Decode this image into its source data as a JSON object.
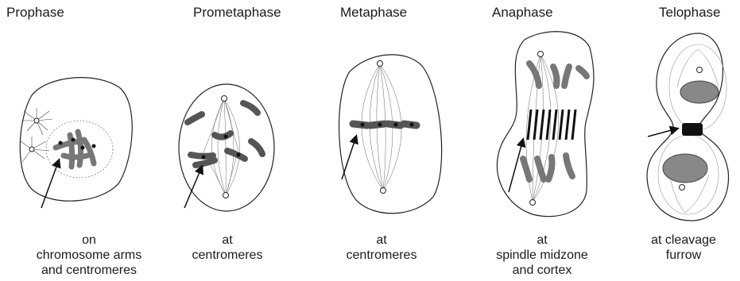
{
  "stages": [
    {
      "name": "Prophase",
      "caption": [
        "on",
        "chromosome arms",
        "and centromeres"
      ]
    },
    {
      "name": "Prometaphase",
      "caption": [
        "at",
        "centromeres"
      ]
    },
    {
      "name": "Metaphase",
      "caption": [
        "at",
        "centromeres"
      ]
    },
    {
      "name": "Anaphase",
      "caption": [
        "at",
        "spindle midzone",
        "and cortex"
      ]
    },
    {
      "name": "Telophase",
      "caption": [
        "at cleavage",
        "furrow"
      ]
    }
  ]
}
